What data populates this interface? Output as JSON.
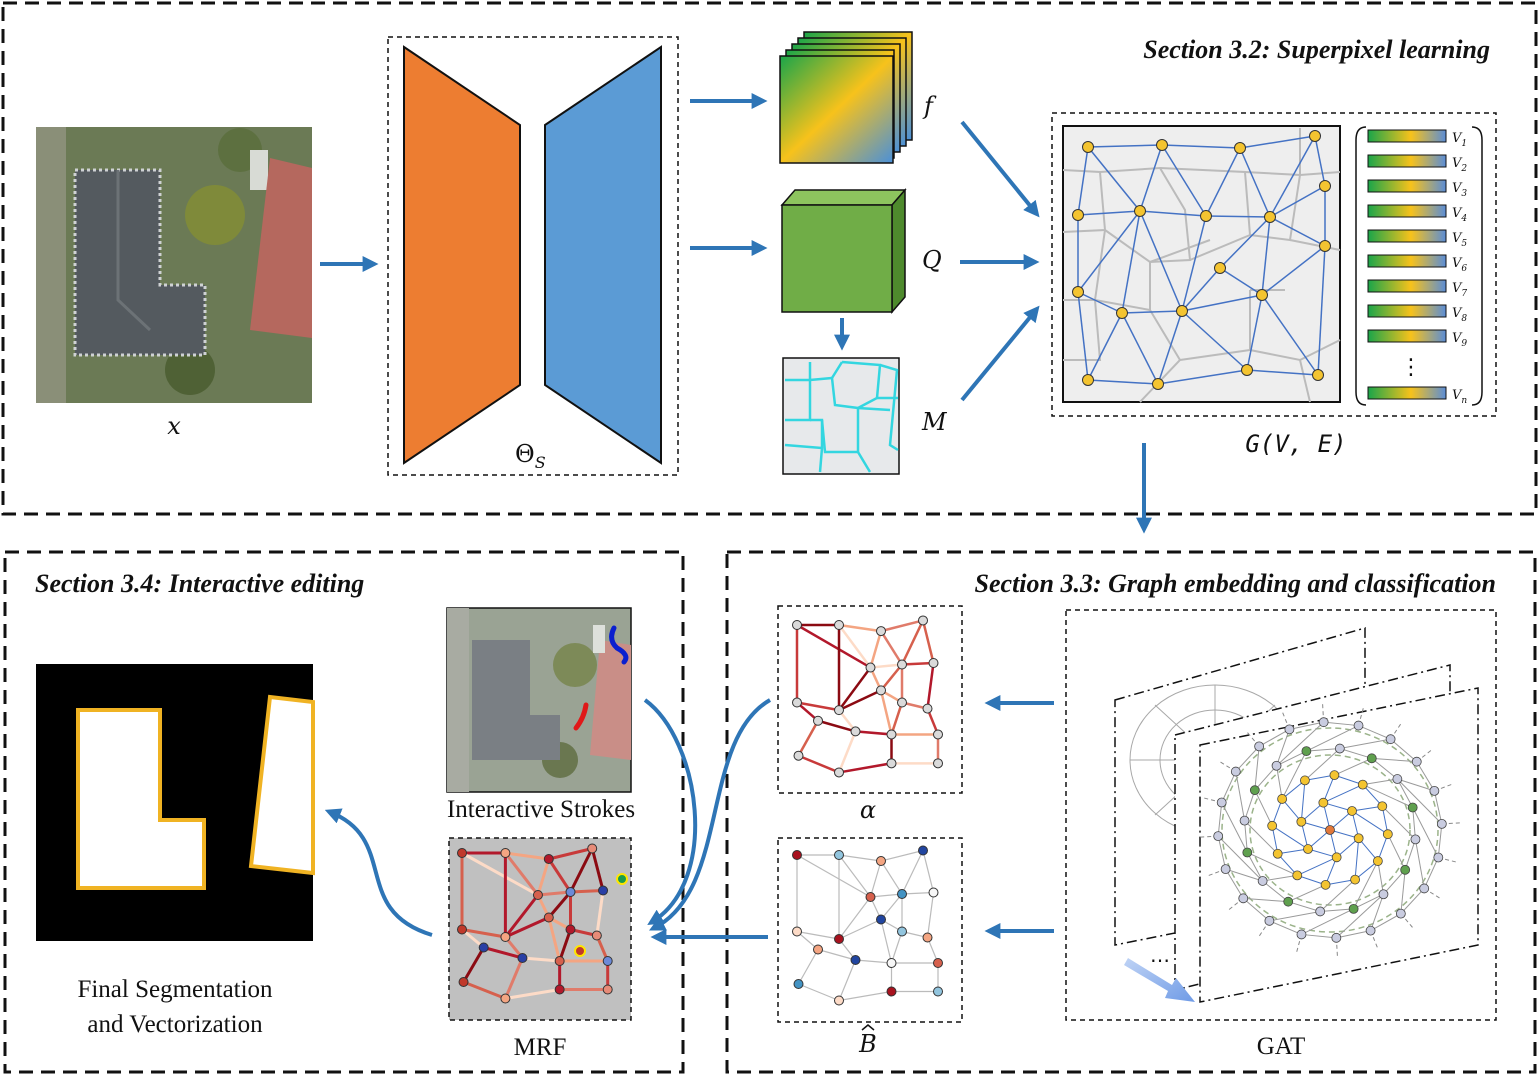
{
  "sections": {
    "superpixel": "Section 3.2: Superpixel learning",
    "graph": "Section 3.3: Graph embedding and classification",
    "interactive": "Section 3.4: Interactive editing"
  },
  "labels": {
    "input": "x",
    "network": "Θ",
    "network_sub": "S",
    "f": "f",
    "q": "Q",
    "m": "M",
    "graph_main": "G",
    "graph_args": "(V, E)",
    "alpha": "α",
    "b": "B",
    "gat": "GAT",
    "mrf": "MRF",
    "strokes": "Interactive Strokes",
    "final_1": "Final Segmentation",
    "final_2": "and Vectorization"
  },
  "vertex_labels": [
    "V",
    "V",
    "V",
    "V",
    "V",
    "V",
    "V",
    "V",
    "V",
    "V"
  ],
  "vertex_subs": [
    "1",
    "2",
    "3",
    "4",
    "5",
    "6",
    "7",
    "8",
    "9",
    "n"
  ],
  "vertex_ellipsis": "⋮",
  "colors": {
    "encoder": "#ED7D31",
    "decoder": "#5B9BD5",
    "arrow": "#2E75B6",
    "node": "#F4C430",
    "edge": "#4472C4",
    "q_cube": "#70AD47",
    "m_lines": "#33D6E0",
    "outline": "#F0B323"
  }
}
